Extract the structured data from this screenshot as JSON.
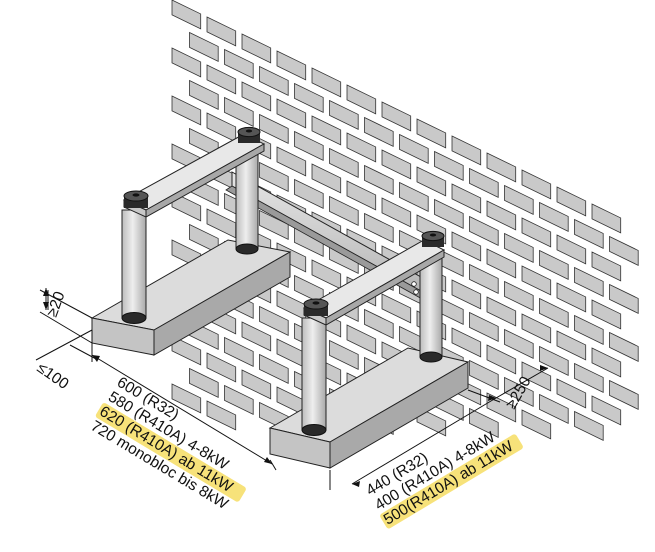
{
  "dimensions": {
    "height_min": "≥20",
    "side_clearance": "≤100",
    "wall_clearance": "≥250",
    "length": {
      "lines": [
        "600 (R32)",
        "580 (R410A) 4-8kW",
        "620 (R410A) ab 11kW",
        "720 monobloc bis 8kW"
      ],
      "highlighted": [
        false,
        false,
        true,
        false
      ]
    },
    "width": {
      "lines": [
        "440 (R32)",
        "400 (R410A) 4-8kW",
        "500(R410A) ab 11kW"
      ],
      "highlighted": [
        false,
        false,
        true
      ]
    }
  },
  "colors": {
    "highlight": "#f7e27a",
    "wall_brick": "#c9c9c9",
    "concrete_top": "#d9d9d9",
    "concrete_side": "#b7b7b7",
    "steel": "#d7d7d7",
    "rubber": "#2a2a2a"
  }
}
